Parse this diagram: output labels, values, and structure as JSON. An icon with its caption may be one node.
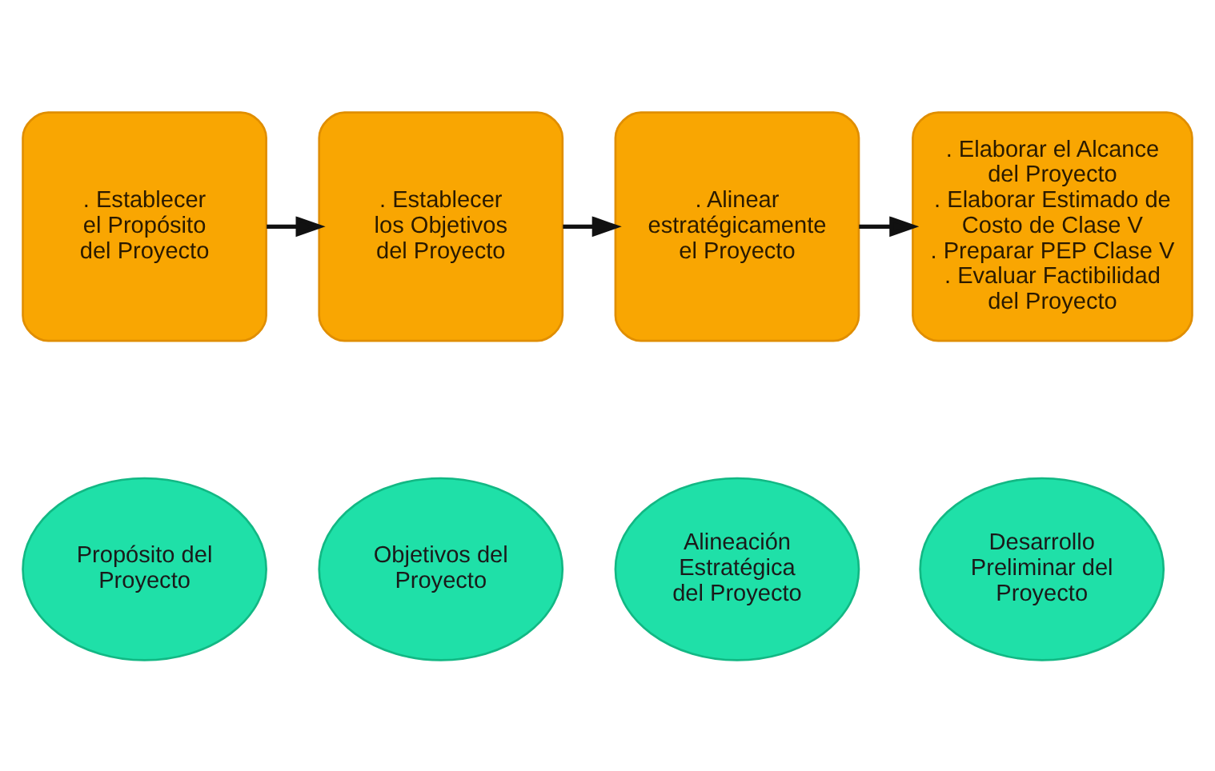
{
  "diagram": {
    "nodes": [
      {
        "text": [
          ". Establecer el Propósito del Proyecto"
        ]
      },
      {
        "text": [
          ". Establecer los Objetivos del Proyecto"
        ]
      },
      {
        "text": [
          ". Alinear estratégicamente el Proyecto"
        ]
      },
      {
        "text": [
          ". Elaborar el Alcance del Proyecto",
          ". Elaborar Estimado de Costo de Clase V",
          ". Preparar PEP Clase V",
          ". Evaluar Factibilidad del Proyecto"
        ]
      },
      {
        "text": [
          "Propósito del Proyecto"
        ]
      },
      {
        "text": [
          "Objetivos del Proyecto"
        ]
      },
      {
        "text": [
          "Alineación Estratégica del Proyecto"
        ]
      },
      {
        "text": [
          "Desarrollo Preliminar del Proyecto"
        ]
      }
    ],
    "edges": [
      {
        "from": 0,
        "to": 1,
        "arrow": "to"
      },
      {
        "from": 1,
        "to": 2,
        "arrow": "to"
      },
      {
        "from": 2,
        "to": 3,
        "arrow": "to"
      }
    ]
  }
}
